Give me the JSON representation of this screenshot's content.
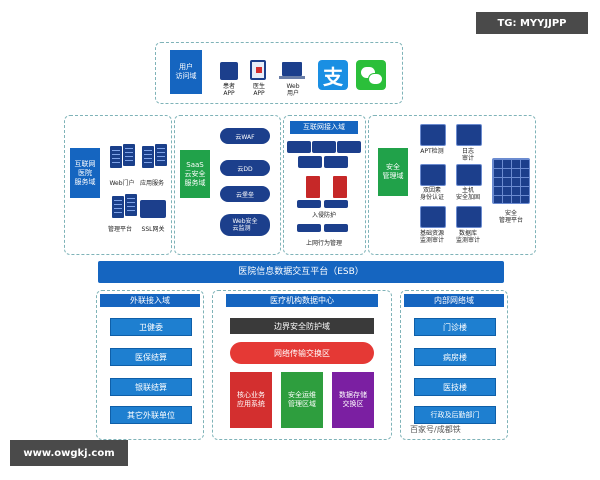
{
  "watermarks": {
    "top_right": "TG: MYYJJPP",
    "bottom_left": "www.owgkj.com"
  },
  "user_access": {
    "label": "用户\n访问域",
    "apps": [
      "患者\nAPP",
      "医生\nAPP",
      "Web\n用户"
    ]
  },
  "internet_service": {
    "label": "互联网\n医院\n服务域",
    "servers": [
      "Web门户",
      "应用服务",
      "管理平台",
      "SSL网关"
    ]
  },
  "saas": {
    "label": "SaaS\n云安全\n服务域",
    "clouds": [
      "云WAF",
      "云DD",
      "云堡垒",
      "Web安全\n云监测"
    ]
  },
  "internet_access": {
    "title": "互联网接入域",
    "captions": [
      "入侵防护",
      "上网行为管理"
    ]
  },
  "security_mgmt": {
    "label": "安全\n管理域",
    "items": [
      "APT检测",
      "日志\n审计",
      "双因素\n身份认证",
      "主机\n安全加固",
      "基础资源\n监测审计",
      "数据库\n监测审计",
      "安全\n管理平台"
    ]
  },
  "esb": {
    "label": "医院信息数据交互平台（ESB）"
  },
  "external_access": {
    "title": "外联接入域",
    "items": [
      "卫健委",
      "医保结算",
      "银联结算",
      "其它外联单位"
    ]
  },
  "data_center": {
    "title": "医疗机构数据中心",
    "border_area": "边界安全防护域",
    "transport_zone": "网络传输交换区",
    "subzones": [
      "核心业务\n应用系统",
      "安全运维\n管理区域",
      "数据存储\n交换区"
    ]
  },
  "intranet": {
    "title": "内部网络域",
    "items": [
      "门诊楼",
      "病房楼",
      "医技楼",
      "行政及后勤部门"
    ],
    "overlay": "百家号/成都铁"
  }
}
